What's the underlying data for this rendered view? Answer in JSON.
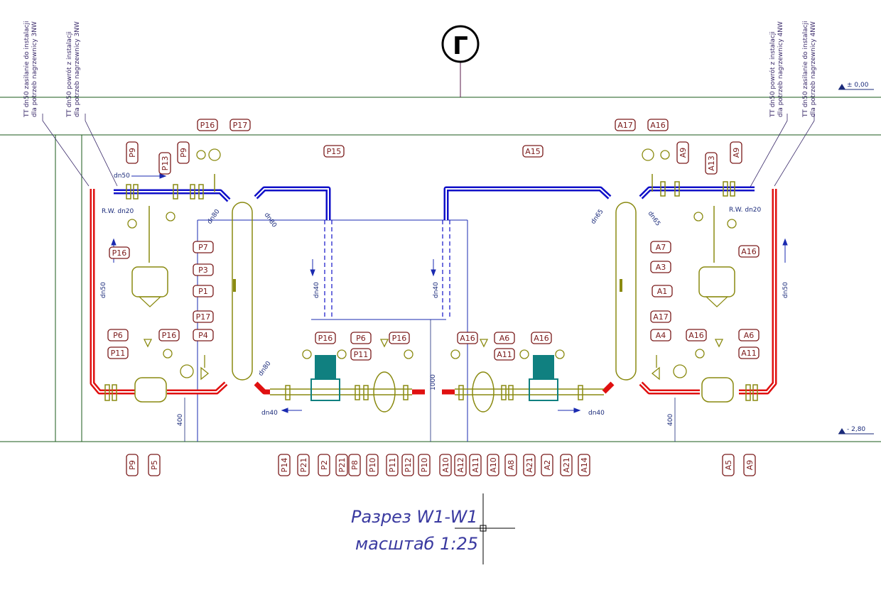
{
  "grid_bubble": "Г",
  "levels": {
    "top": "± 0,00",
    "bottom": "- 2,80"
  },
  "notes": {
    "left_supply": [
      "TT dn50 zasilanie do instalacji",
      "dla potrzeb nagrzewnicy 3NW"
    ],
    "left_return": [
      "TT dn50 powrót z instalacji",
      "dla potrzeb nagrzewnicy 3NW"
    ],
    "right_return": [
      "TT dn50 powrót z instalacji",
      "dla potrzeb nagrzewnicy 4NW"
    ],
    "right_supply": [
      "TT dn50 zasilanie do instalacji",
      "dla potrzeb nagrzewnicy 4NW"
    ]
  },
  "pipe_labels": {
    "dn50_top_left": "dn50",
    "rw_left": "R.W. dn20",
    "rw_right": "R.W. dn20",
    "dn50_left_vert": "dn50",
    "dn50_right_vert": "dn50",
    "dn40_left_vert": "dn40",
    "dn40_right_vert": "dn40",
    "dn80_a": "dn80",
    "dn80_b": "dn80",
    "dn80_c": "dn80",
    "dn65_a": "dn65",
    "dn65_b": "dn65",
    "dn40_bottom_left": "dn40",
    "dn40_bottom_right": "dn40",
    "dim_400_left": "400",
    "dim_400_right": "400",
    "dim_1000": "1000"
  },
  "tags": {
    "P9a": "P9",
    "P13": "P13",
    "P9b": "P9",
    "P16a": "P16",
    "P17a": "P17",
    "P15": "P15",
    "P7": "P7",
    "P3": "P3",
    "P16b": "P16",
    "P1": "P1",
    "P17b": "P17",
    "P6a": "P6",
    "P16c": "P16",
    "P4": "P4",
    "P11a": "P11",
    "P16d": "P16",
    "P6b": "P6",
    "P11b": "P11",
    "P16e": "P16",
    "A17a": "A17",
    "A16a": "A16",
    "A15": "A15",
    "A9a": "A9",
    "A13": "A13",
    "A9b": "A9",
    "A7": "A7",
    "A16b": "A16",
    "A3": "A3",
    "A1": "A1",
    "A17b": "A17",
    "A4": "A4",
    "A16c": "A16",
    "A6a": "A6",
    "A11a": "A11",
    "A16d": "A16",
    "A6b": "A6",
    "A11b": "A11",
    "A16e": "A16"
  },
  "bottom_tags": {
    "left": [
      "P9",
      "P5"
    ],
    "middle_left": [
      "P14",
      "P21",
      "P2",
      "P21",
      "P8",
      "P10",
      "P11",
      "P12",
      "P10"
    ],
    "middle_right": [
      "A10",
      "A12",
      "A11",
      "A10",
      "A8",
      "A21",
      "A2",
      "A21",
      "A14"
    ],
    "right": [
      "A5",
      "A9"
    ]
  },
  "title": {
    "line1": "Разрез W1-W1",
    "line2": "масштаб 1:25"
  },
  "colors": {
    "supply": "#e01010",
    "return": "#1010c8",
    "equipment": "#8a8a10",
    "tag_border": "#7a1a1a",
    "structure": "#1a5a1a",
    "pump": "#108080"
  }
}
